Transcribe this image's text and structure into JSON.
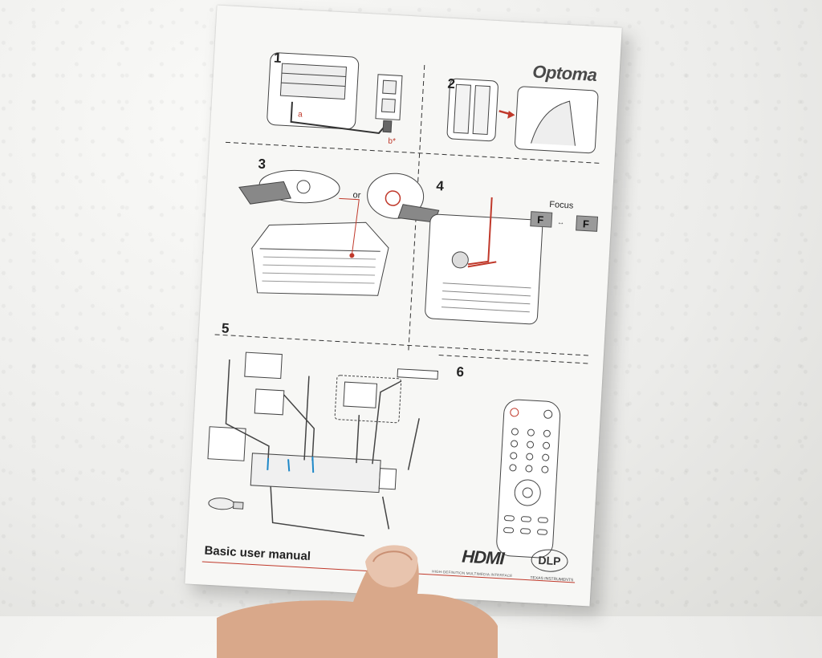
{
  "sheet": {
    "brand": "Optoma",
    "steps": [
      "1",
      "2",
      "3",
      "4",
      "5",
      "6"
    ],
    "step1": {
      "label_a": "a",
      "label_b": "b*"
    },
    "step3": {
      "or_label": "or"
    },
    "step4": {
      "focus_label": "Focus",
      "f_left": "F",
      "f_right": "F"
    },
    "footer_title": "Basic user manual",
    "hdmi_logo": "HDMI",
    "hdmi_sub": "HIGH-DEFINITION MULTIMEDIA INTERFACE",
    "dlp_logo": "DLP",
    "dlp_sub": "TEXAS INSTRUMENTS"
  }
}
